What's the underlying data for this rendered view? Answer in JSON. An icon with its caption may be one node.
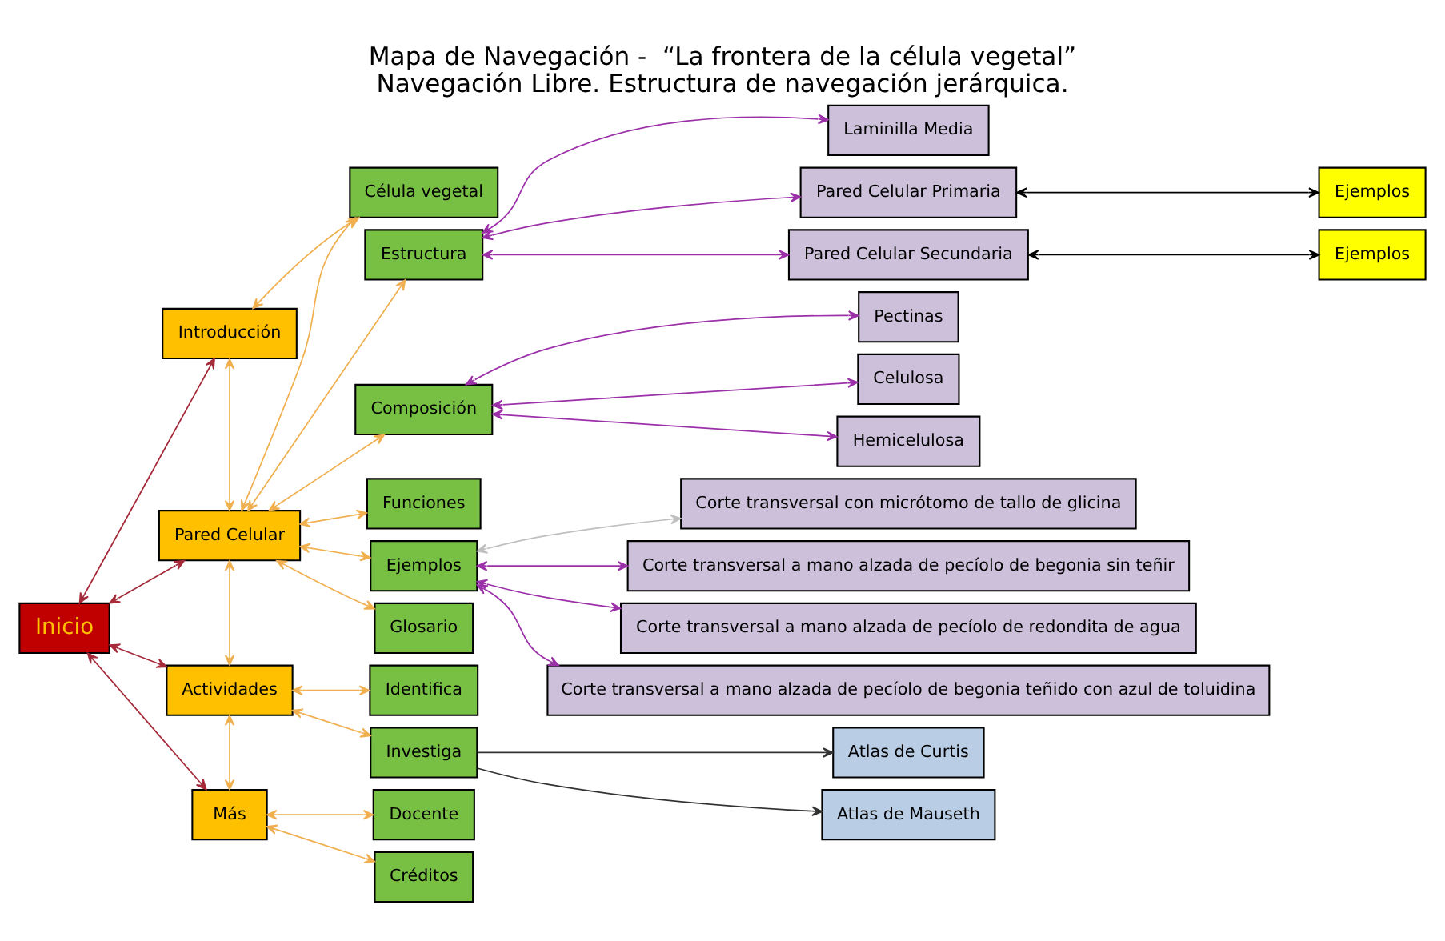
{
  "diagram": {
    "title": "Mapa de Navegación -  “La frontera de la célula vegetal”",
    "caption": "Navegación Libre. Estructura de navegación jerárquica.",
    "nodes": [
      {
        "text": [
          "Inicio"
        ]
      },
      {
        "text": [
          "Introducción"
        ]
      },
      {
        "text": [
          "Pared Celular"
        ]
      },
      {
        "text": [
          "Actividades"
        ]
      },
      {
        "text": [
          "Más"
        ]
      },
      {
        "text": [
          "Célula vegetal"
        ]
      },
      {
        "text": [
          "Estructura"
        ]
      },
      {
        "text": [
          "Laminilla Media"
        ]
      },
      {
        "text": [
          "Pared Celular Primaria"
        ]
      },
      {
        "text": [
          "Ejemplos"
        ]
      },
      {
        "text": [
          "Pared Celular Secundaria"
        ]
      },
      {
        "text": [
          "Ejemplos"
        ]
      },
      {
        "text": [
          "Composición"
        ]
      },
      {
        "text": [
          "Pectinas"
        ]
      },
      {
        "text": [
          "Celulosa"
        ]
      },
      {
        "text": [
          "Hemicelulosa"
        ]
      },
      {
        "text": [
          "Funciones"
        ]
      },
      {
        "text": [
          "Ejemplos"
        ]
      },
      {
        "text": [
          "Corte transversal con micrótomo de tallo de glicina"
        ]
      },
      {
        "text": [
          "Corte transversal a mano alzada de pecíolo de begonia sin teñir"
        ]
      },
      {
        "text": [
          "Corte transversal a mano alzada de pecíolo de redondita de agua"
        ]
      },
      {
        "text": [
          "Corte transversal a mano alzada de pecíolo de begonia teñido con azul de toluidina"
        ]
      },
      {
        "text": [
          "Glosario"
        ]
      },
      {
        "text": [
          "Identifica"
        ]
      },
      {
        "text": [
          "Investiga"
        ]
      },
      {
        "text": [
          "Docente"
        ]
      },
      {
        "text": [
          "Créditos"
        ]
      },
      {
        "text": [
          "Atlas de Curtis"
        ]
      },
      {
        "text": [
          "Atlas de Mauseth"
        ]
      }
    ],
    "edges": [
      {
        "from": 0,
        "to": 1,
        "arrow": "both",
        "color": "#a52a3a"
      },
      {
        "from": 0,
        "to": 2,
        "arrow": "both",
        "color": "#a52a3a"
      },
      {
        "from": 0,
        "to": 3,
        "arrow": "both",
        "color": "#a52a3a"
      },
      {
        "from": 0,
        "to": 4,
        "arrow": "both",
        "color": "#a52a3a"
      },
      {
        "from": 1,
        "to": 2,
        "arrow": "both"
      },
      {
        "from": 1,
        "to": 5,
        "arrow": "both"
      },
      {
        "from": 2,
        "to": 5,
        "arrow": "both"
      },
      {
        "from": 2,
        "to": 3,
        "arrow": "both"
      },
      {
        "from": 3,
        "to": 4,
        "arrow": "both"
      },
      {
        "from": 2,
        "to": 6,
        "arrow": "both"
      },
      {
        "from": 2,
        "to": 12,
        "arrow": "both"
      },
      {
        "from": 2,
        "to": 16,
        "arrow": "both"
      },
      {
        "from": 2,
        "to": 17,
        "arrow": "both"
      },
      {
        "from": 2,
        "to": 22,
        "arrow": "both"
      },
      {
        "from": 6,
        "to": 7,
        "arrow": "both",
        "color": "#9b30a8"
      },
      {
        "from": 6,
        "to": 8,
        "arrow": "both",
        "color": "#9b30a8"
      },
      {
        "from": 6,
        "to": 10,
        "arrow": "both",
        "color": "#9b30a8"
      },
      {
        "from": 8,
        "to": 9,
        "arrow": "both",
        "color": "#000000"
      },
      {
        "from": 10,
        "to": 11,
        "arrow": "both",
        "color": "#000000"
      },
      {
        "from": 12,
        "to": 13,
        "arrow": "both",
        "color": "#9b30a8"
      },
      {
        "from": 12,
        "to": 14,
        "arrow": "both",
        "color": "#9b30a8"
      },
      {
        "from": 12,
        "to": 15,
        "arrow": "both",
        "color": "#9b30a8"
      },
      {
        "from": 17,
        "to": 18,
        "arrow": "both",
        "color": "#bfbfbf"
      },
      {
        "from": 17,
        "to": 19,
        "arrow": "both",
        "color": "#9b30a8"
      },
      {
        "from": 17,
        "to": 20,
        "arrow": "both",
        "color": "#9b30a8"
      },
      {
        "from": 17,
        "to": 21,
        "arrow": "both",
        "color": "#9b30a8"
      },
      {
        "from": 3,
        "to": 23,
        "arrow": "both"
      },
      {
        "from": 3,
        "to": 24,
        "arrow": "both"
      },
      {
        "from": 4,
        "to": 25,
        "arrow": "both"
      },
      {
        "from": 4,
        "to": 26,
        "arrow": "both"
      },
      {
        "from": 24,
        "to": 27,
        "arrow": "to",
        "color": "#333333"
      },
      {
        "from": 24,
        "to": 28,
        "arrow": "to",
        "color": "#333333"
      }
    ]
  }
}
